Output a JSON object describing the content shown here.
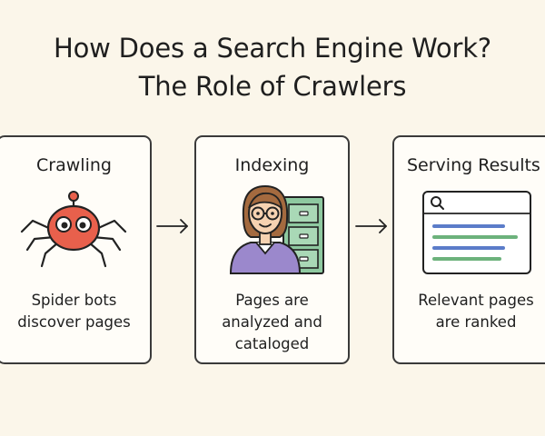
{
  "title": {
    "line1": "How Does a Search Engine Work?",
    "line2": "The Role of Crawlers"
  },
  "steps": [
    {
      "title": "Crawling",
      "description": [
        "Spider bots",
        "discover pages"
      ],
      "icon": "spider-bot-icon"
    },
    {
      "title": "Indexing",
      "description": [
        "Pages are",
        "analyzed and",
        "cataloged"
      ],
      "icon": "librarian-filing-cabinet-icon"
    },
    {
      "title": "Serving Results",
      "description": [
        "Relevant pages",
        "are ranked"
      ],
      "icon": "search-results-window-icon"
    }
  ],
  "colors": {
    "background": "#fbf6ea",
    "spider": "#e8604c",
    "cabinet": "#8ec9a0",
    "shirt": "#9b88cc",
    "hair": "#a46a3f",
    "result_blue": "#5b7cc9",
    "result_green": "#6cb27c"
  }
}
